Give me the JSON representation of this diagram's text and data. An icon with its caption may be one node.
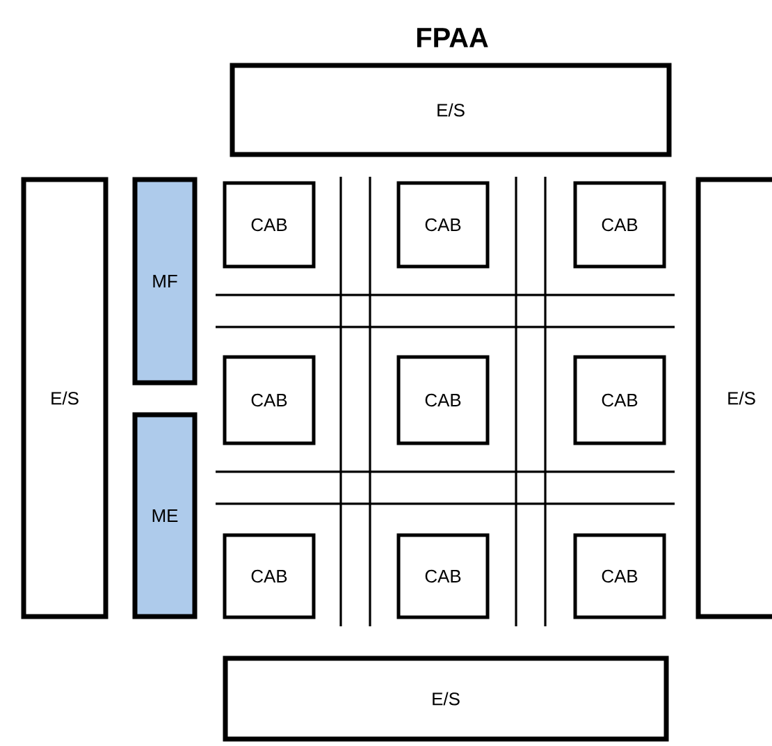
{
  "diagram": {
    "title": "FPAA",
    "nodes": [
      {
        "text": [
          "E/S"
        ]
      },
      {
        "text": [
          "E/S"
        ]
      },
      {
        "text": [
          "MF"
        ]
      },
      {
        "text": [
          "ME"
        ]
      },
      {
        "text": [
          "CAB"
        ]
      },
      {
        "text": [
          "CAB"
        ]
      },
      {
        "text": [
          "CAB"
        ]
      },
      {
        "text": [
          "CAB"
        ]
      },
      {
        "text": [
          "CAB"
        ]
      },
      {
        "text": [
          "CAB"
        ]
      },
      {
        "text": [
          "CAB"
        ]
      },
      {
        "text": [
          "CAB"
        ]
      },
      {
        "text": [
          "CAB"
        ]
      },
      {
        "text": [
          "E/S"
        ]
      },
      {
        "text": [
          "E/S"
        ]
      }
    ]
  }
}
